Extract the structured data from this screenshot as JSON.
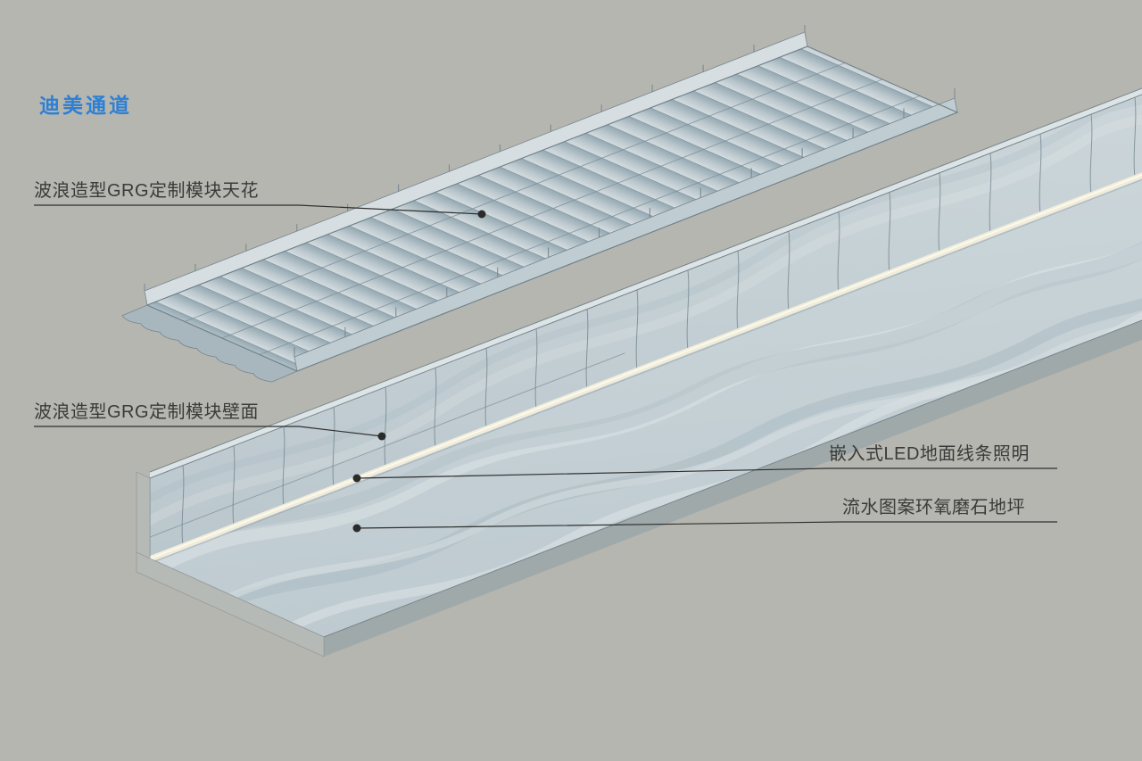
{
  "title": "迪美通道",
  "labels": {
    "ceiling": "波浪造型GRG定制模块天花",
    "wall": "波浪造型GRG定制模块壁面",
    "led": "嵌入式LED地面线条照明",
    "floor": "流水图案环氧磨石地坪"
  },
  "colors": {
    "background": "#b6b6b0",
    "title_text": "#2e80d4",
    "label_text": "#3a3a3a",
    "panel_surface": "#c2cdd2",
    "panel_shadow": "#93a6b0",
    "cut_face": "#b6bab7",
    "led_line": "#f2edda",
    "leader_line": "#2f2f2f"
  }
}
